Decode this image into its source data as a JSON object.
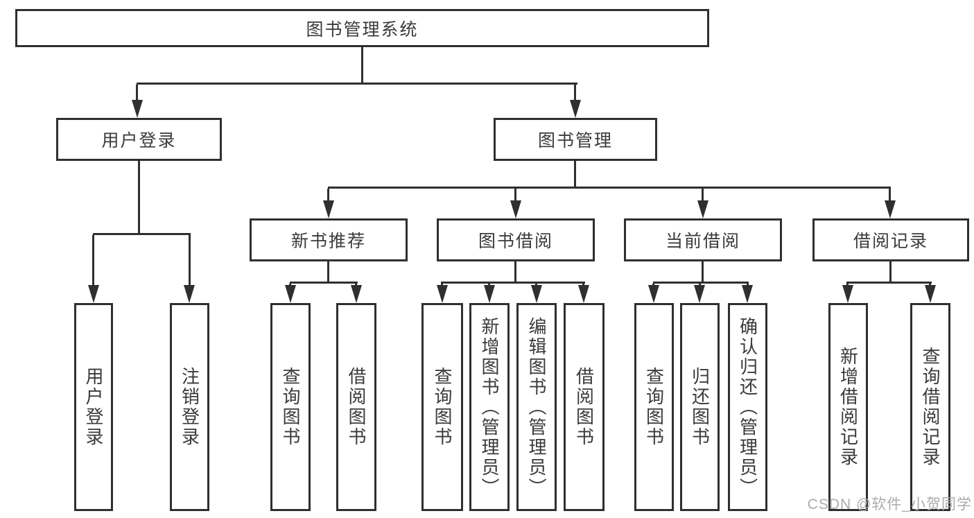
{
  "tree": {
    "label": "图书管理系统",
    "children": [
      {
        "label": "用户登录",
        "children": [
          {
            "label": "用户登录"
          },
          {
            "label": "注销登录"
          }
        ]
      },
      {
        "label": "图书管理",
        "children": [
          {
            "label": "新书推荐",
            "children": [
              {
                "label": "查询图书"
              },
              {
                "label": "借阅图书"
              }
            ]
          },
          {
            "label": "图书借阅",
            "children": [
              {
                "label": "查询图书"
              },
              {
                "label": "新增图书（管理员）"
              },
              {
                "label": "编辑图书（管理员）"
              },
              {
                "label": "借阅图书"
              }
            ]
          },
          {
            "label": "当前借阅",
            "children": [
              {
                "label": "查询图书"
              },
              {
                "label": "归还图书"
              },
              {
                "label": "确认归还（管理员）"
              }
            ]
          },
          {
            "label": "借阅记录",
            "children": [
              {
                "label": "新增借阅记录"
              },
              {
                "label": "查询借阅记录"
              }
            ]
          }
        ]
      }
    ]
  },
  "watermark": "CSDN @软件_小贺同学",
  "colors": {
    "line": "#2f2f2f",
    "text": "#3a3a3a",
    "background": "#ffffff",
    "watermark": "#ababab"
  }
}
